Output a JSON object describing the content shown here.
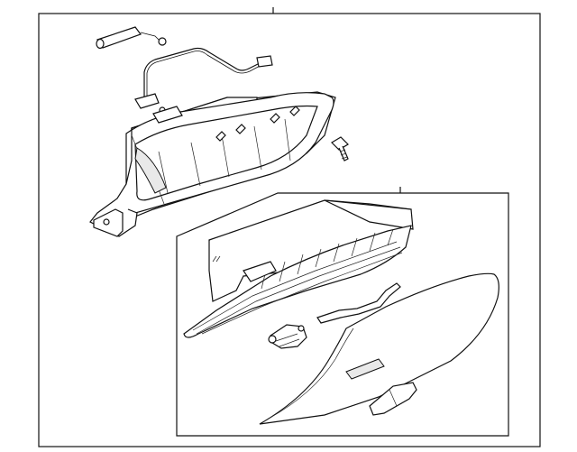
{
  "diagram": {
    "type": "exploded-parts-diagram",
    "parts": [
      {
        "name": "handle-tube"
      },
      {
        "name": "wire-cable"
      },
      {
        "name": "glove-box-housing"
      },
      {
        "name": "screw"
      },
      {
        "name": "bin-assembly"
      },
      {
        "name": "latch"
      },
      {
        "name": "strap"
      },
      {
        "name": "door-panel"
      },
      {
        "name": "bumper"
      }
    ],
    "colors": {
      "line": "#111111",
      "background": "#ffffff"
    }
  }
}
